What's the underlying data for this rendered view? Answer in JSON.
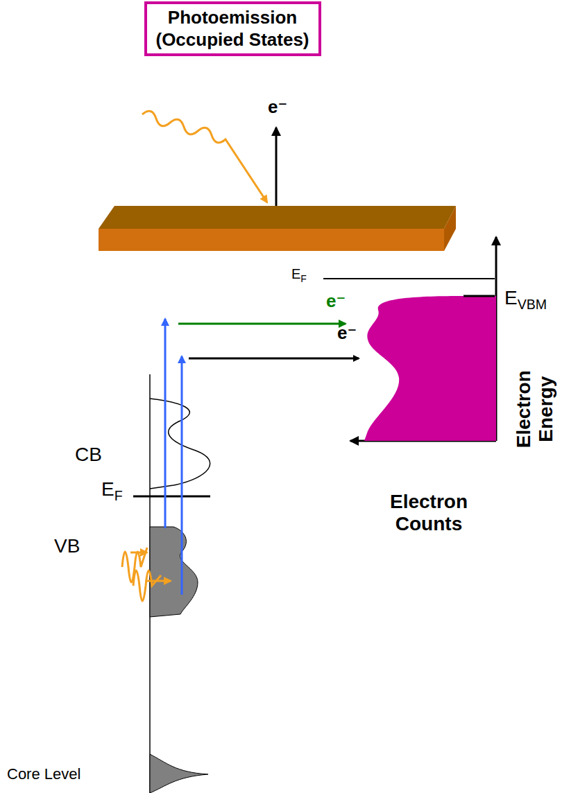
{
  "diagram": {
    "nodes": [
      {
        "text": [
          "Photoemission (Occupied States)"
        ]
      }
    ],
    "labels": [
      "e⁻",
      "EF",
      "EVBM",
      "e⁻",
      "e⁻",
      "Electron Energy",
      "CB",
      "Electron Counts",
      "EF",
      "VB",
      "Core Level"
    ]
  }
}
